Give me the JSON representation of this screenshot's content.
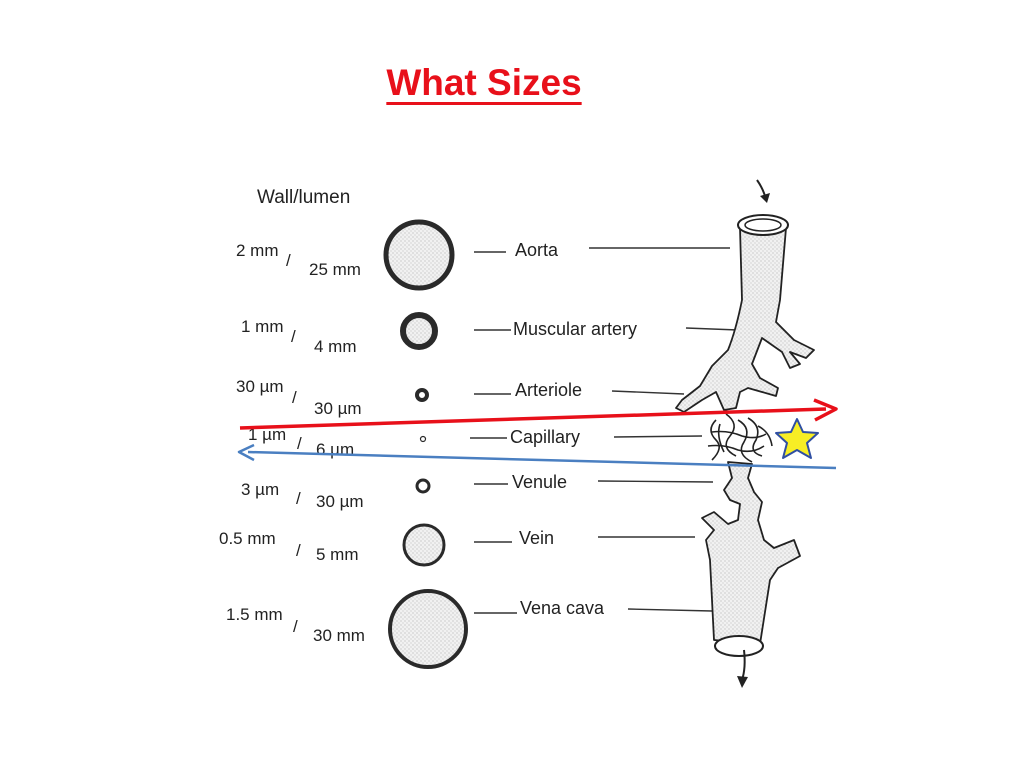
{
  "title": "What Sizes",
  "diagram": {
    "column_header": "Wall/lumen",
    "vessels": [
      {
        "name": "Aorta",
        "wall": "2 mm",
        "lumen": "25 mm"
      },
      {
        "name": "Muscular artery",
        "wall": "1 mm",
        "lumen": "4 mm"
      },
      {
        "name": "Arteriole",
        "wall": "30 µm",
        "lumen": "30 µm"
      },
      {
        "name": "Capillary",
        "wall": "1 µm",
        "lumen": "6 µm"
      },
      {
        "name": "Venule",
        "wall": "3 µm",
        "lumen": "30 µm"
      },
      {
        "name": "Vein",
        "wall": "0.5 mm",
        "lumen": "5 mm"
      },
      {
        "name": "Vena cava",
        "wall": "1.5 mm",
        "lumen": "30 mm"
      }
    ],
    "arrow_colors": {
      "red": "#e8101a",
      "blue": "#4a7fc1"
    },
    "star_color": "#f7ee25"
  }
}
